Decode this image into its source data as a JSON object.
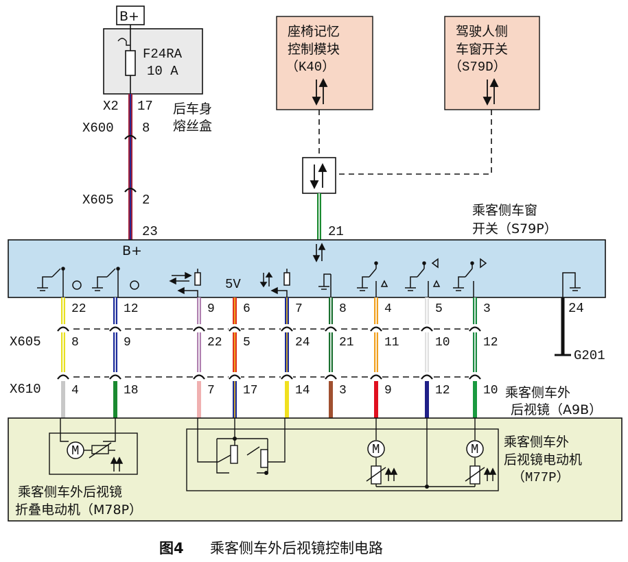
{
  "fuse": {
    "supply": "B+",
    "id": "F24RA",
    "rating": "10 A"
  },
  "fuse_box": {
    "name": "后车身\n熔丝盒",
    "conn": "X2",
    "pin": "17"
  },
  "x600": {
    "name": "X600",
    "pin": "8"
  },
  "x605_top": {
    "name": "X605",
    "pin": "2"
  },
  "bplus_pin": "23",
  "bplus_label": "B+",
  "k40": {
    "l1": "座椅记忆",
    "l2": "控制模块",
    "l3": "（K40）"
  },
  "s79d": {
    "l1": "驾驶人侧",
    "l2": "车窗开关",
    "l3": "（S79D）"
  },
  "s79p": {
    "l1": "乘客侧车窗",
    "l2": "开关（S79P）"
  },
  "lin_pin": "21",
  "five_v": "5V",
  "module_pins": [
    "22",
    "12",
    "9",
    "6",
    "7",
    "8",
    "4",
    "5",
    "3"
  ],
  "ground_pin": "24",
  "ground_name": "G201",
  "x605": {
    "name": "X605",
    "pins": [
      "8",
      "9",
      "22",
      "5",
      "24",
      "21",
      "11",
      "10",
      "12"
    ]
  },
  "x610": {
    "name": "X610",
    "pins": [
      "4",
      "18",
      "7",
      "17",
      "14",
      "3",
      "9",
      "12",
      "10"
    ]
  },
  "a9b": {
    "l1": "乘客侧车外",
    "l2": "后视镜（A9B）"
  },
  "m77p": {
    "l1": "乘客侧车外",
    "l2": "后视镜电动机",
    "l3": "（M77P）"
  },
  "m78p": {
    "l1": "乘客侧车外后视镜",
    "l2": "折叠电动机（M78P）"
  },
  "motor_symbol": "M",
  "caption": {
    "num": "图4",
    "text": "乘客侧车外后视镜控制电路"
  },
  "colors": {
    "module_fill": "#c4dff0",
    "peach": "#f8d7c6",
    "mirror_fill": "#eef2d2",
    "fuse_fill": "#eaeaea",
    "wire_top": [
      "#a0203a",
      "#1a2a9a"
    ],
    "wires_upper": [
      [
        "#e8e020",
        "#ffffff"
      ],
      [
        "#1a2a9a",
        "#ffffff"
      ],
      [
        "#b080b0",
        "#ffffff"
      ],
      [
        "#e03020",
        "#f0c020"
      ],
      [
        "#1a2a9a",
        "#f0c020"
      ],
      [
        "#1a7030",
        "#ffffff"
      ],
      [
        "#f0a020",
        "#ffffff"
      ],
      [
        "#e0e0e0",
        "#ffffff"
      ],
      [
        "#1a8a40",
        "#ffffff"
      ]
    ],
    "wires_lower": [
      "#c8c8c8",
      "#1a8a30",
      "#f0b0b0",
      [
        "#1a2a9a",
        "#f0c020"
      ],
      "#f0e020",
      "#a05030",
      "#e01020",
      "#202088",
      "#1a9a40"
    ]
  }
}
